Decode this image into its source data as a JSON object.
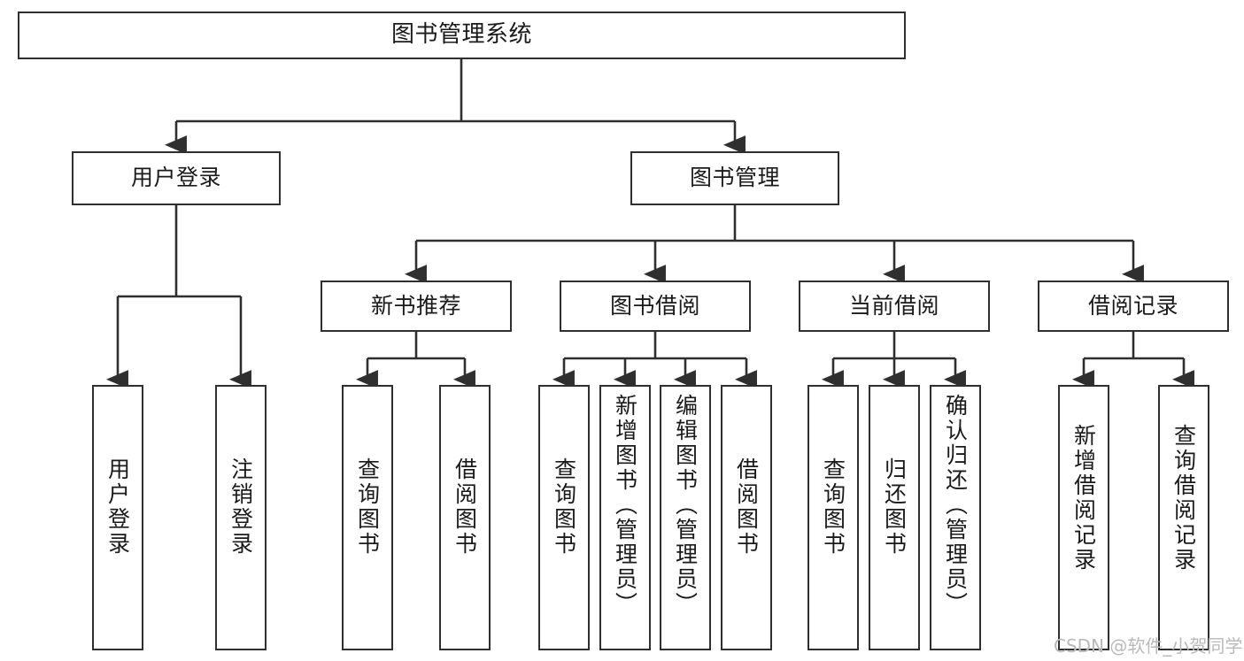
{
  "diagram": {
    "title": "图书管理系统",
    "type": "tree-hierarchy-chart",
    "watermark": "CSDN @软件_小贺同学",
    "style": {
      "box_fill": "#ffffff",
      "box_stroke": "#2f2f2f",
      "connector_stroke": "#2f2f2f",
      "text_color": "#1a1a1a",
      "watermark_color": "#b9b9b9",
      "canvas_background": "#ffffff"
    },
    "levels": {
      "root": {
        "label": "图书管理系统",
        "orientation": "horizontal"
      },
      "level2": [
        {
          "id": "user-login",
          "label": "用户登录",
          "orientation": "horizontal"
        },
        {
          "id": "book-management",
          "label": "图书管理",
          "orientation": "horizontal"
        }
      ],
      "level3": [
        {
          "id": "new-book-recommend",
          "label": "新书推荐",
          "orientation": "horizontal",
          "parent": "book-management"
        },
        {
          "id": "book-borrow",
          "label": "图书借阅",
          "orientation": "horizontal",
          "parent": "book-management"
        },
        {
          "id": "current-borrow",
          "label": "当前借阅",
          "orientation": "horizontal",
          "parent": "book-management"
        },
        {
          "id": "borrow-record",
          "label": "借阅记录",
          "orientation": "horizontal",
          "parent": "book-management"
        }
      ],
      "leaves": [
        {
          "id": "leaf-user-login",
          "label": "用户登录",
          "orientation": "vertical",
          "parent": "user-login"
        },
        {
          "id": "leaf-user-logout",
          "label": "注销登录",
          "orientation": "vertical",
          "parent": "user-login"
        },
        {
          "id": "leaf-query-book-1",
          "label": "查询图书",
          "orientation": "vertical",
          "parent": "new-book-recommend"
        },
        {
          "id": "leaf-borrow-book-1",
          "label": "借阅图书",
          "orientation": "vertical",
          "parent": "new-book-recommend"
        },
        {
          "id": "leaf-query-book-2",
          "label": "查询图书",
          "orientation": "vertical",
          "parent": "book-borrow"
        },
        {
          "id": "leaf-add-book",
          "label": "新增图书（管理员）",
          "orientation": "vertical",
          "parent": "book-borrow"
        },
        {
          "id": "leaf-edit-book",
          "label": "编辑图书（管理员）",
          "orientation": "vertical",
          "parent": "book-borrow"
        },
        {
          "id": "leaf-borrow-book-2",
          "label": "借阅图书",
          "orientation": "vertical",
          "parent": "book-borrow"
        },
        {
          "id": "leaf-query-book-3",
          "label": "查询图书",
          "orientation": "vertical",
          "parent": "current-borrow"
        },
        {
          "id": "leaf-return-book",
          "label": "归还图书",
          "orientation": "vertical",
          "parent": "current-borrow"
        },
        {
          "id": "leaf-confirm-return",
          "label": "确认归还（管理员）",
          "orientation": "vertical",
          "parent": "current-borrow"
        },
        {
          "id": "leaf-add-record",
          "label": "新增借阅记录",
          "orientation": "vertical",
          "parent": "borrow-record"
        },
        {
          "id": "leaf-query-record",
          "label": "查询借阅记录",
          "orientation": "vertical",
          "parent": "borrow-record"
        }
      ]
    }
  }
}
